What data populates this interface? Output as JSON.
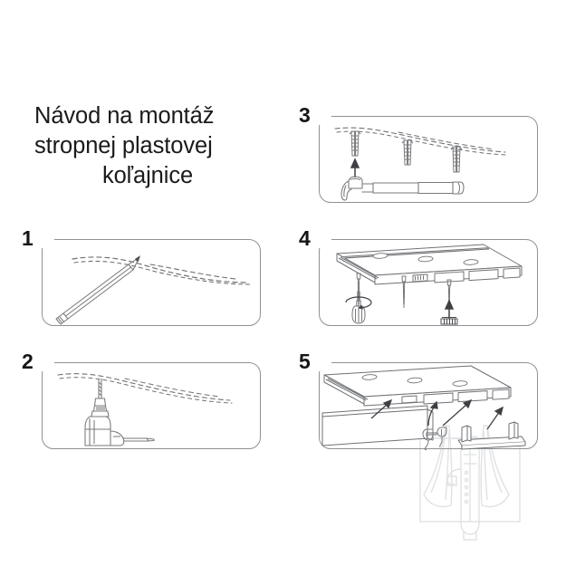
{
  "document": {
    "kind": "assembly-instruction-sheet",
    "language": "sk",
    "background_color": "#ffffff",
    "line_color": "#6f7174",
    "border_color": "#8f9194",
    "number_color": "#151515",
    "title_color": "#1a1a1a",
    "watermark_color": "#e2e4e6"
  },
  "title": {
    "line1": "Návod na montáž",
    "line2": "stropnej plastovej",
    "line3": "koľajnice",
    "full": "Návod na montáž stropnej plastovej koľajnice"
  },
  "panels": [
    {
      "number": "1",
      "name": "mark-ceiling-with-pencil",
      "description": "Pencil marking a dashed line on the ceiling",
      "objects": [
        "pencil",
        "dashed-ceiling-line"
      ]
    },
    {
      "number": "2",
      "name": "drill-holes",
      "description": "Power drill boring holes along the marked ceiling line",
      "objects": [
        "power-drill",
        "drill-bit",
        "dashed-ceiling-line"
      ]
    },
    {
      "number": "3",
      "name": "hammer-in-wall-plugs",
      "description": "Hammer tapping three wall plugs into the drilled holes",
      "objects": [
        "claw-hammer",
        "wall-plug",
        "wall-plug",
        "wall-plug",
        "up-arrow",
        "dashed-ceiling-line"
      ]
    },
    {
      "number": "4",
      "name": "screw-rail-to-ceiling",
      "description": "Screwdriver driving screws through the rail into the wall plugs",
      "objects": [
        "ceiling-rail",
        "screw",
        "screw",
        "screw",
        "screwdriver",
        "rotation-arrow",
        "up-arrow",
        "screw-pack"
      ]
    },
    {
      "number": "5",
      "name": "fit-accessories",
      "description": "Fitting the valance strip, curtain gliders and end cap to the mounted rail",
      "objects": [
        "ceiling-rail",
        "valance-strip",
        "curtain-glider-hook",
        "curtain-glider-hook",
        "end-cap",
        "arrow",
        "arrow",
        "arrow",
        "arrow"
      ]
    }
  ],
  "watermark": {
    "name": "curtained-window",
    "description": "Faint line drawing of a window with curtains behind panel 5"
  }
}
